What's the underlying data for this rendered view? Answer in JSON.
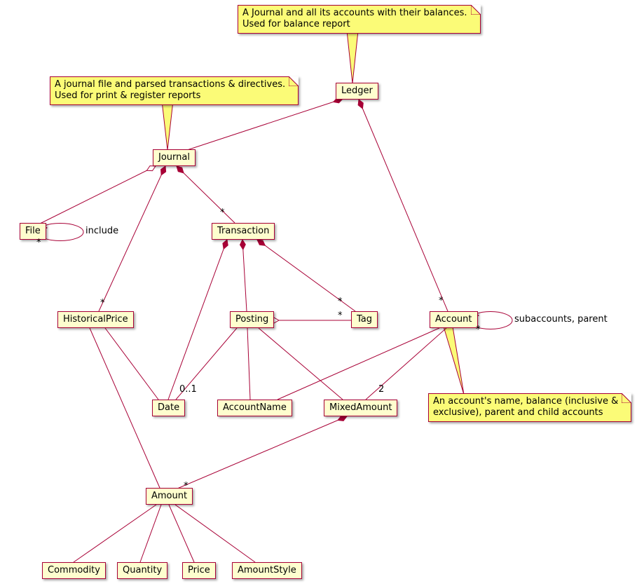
{
  "colors": {
    "line": "#A80036",
    "class_background": "#FEFECE",
    "note_background": "#FBFB77",
    "text": "#000000"
  },
  "classes": {
    "ledger": {
      "label": "Ledger"
    },
    "journal": {
      "label": "Journal"
    },
    "file": {
      "label": "File"
    },
    "transaction": {
      "label": "Transaction"
    },
    "historical_price": {
      "label": "HistoricalPrice"
    },
    "posting": {
      "label": "Posting"
    },
    "tag": {
      "label": "Tag"
    },
    "account": {
      "label": "Account"
    },
    "date": {
      "label": "Date"
    },
    "account_name": {
      "label": "AccountName"
    },
    "mixed_amount": {
      "label": "MixedAmount"
    },
    "amount": {
      "label": "Amount"
    },
    "commodity": {
      "label": "Commodity"
    },
    "quantity": {
      "label": "Quantity"
    },
    "price": {
      "label": "Price"
    },
    "amount_style": {
      "label": "AmountStyle"
    }
  },
  "notes": {
    "ledger_note": {
      "line1": "A Journal and all its accounts with their balances.",
      "line2": "Used for balance report"
    },
    "journal_note": {
      "line1": "A journal file and parsed transactions & directives.",
      "line2": "Used for print & register reports"
    },
    "account_note": {
      "line1": "An account's name, balance (inclusive &",
      "line2": "exclusive), parent and child accounts"
    }
  },
  "labels": {
    "many": "*",
    "zero_or_one": "0..1",
    "two": "2",
    "include": "include",
    "subaccounts_parent": "subaccounts, parent"
  }
}
